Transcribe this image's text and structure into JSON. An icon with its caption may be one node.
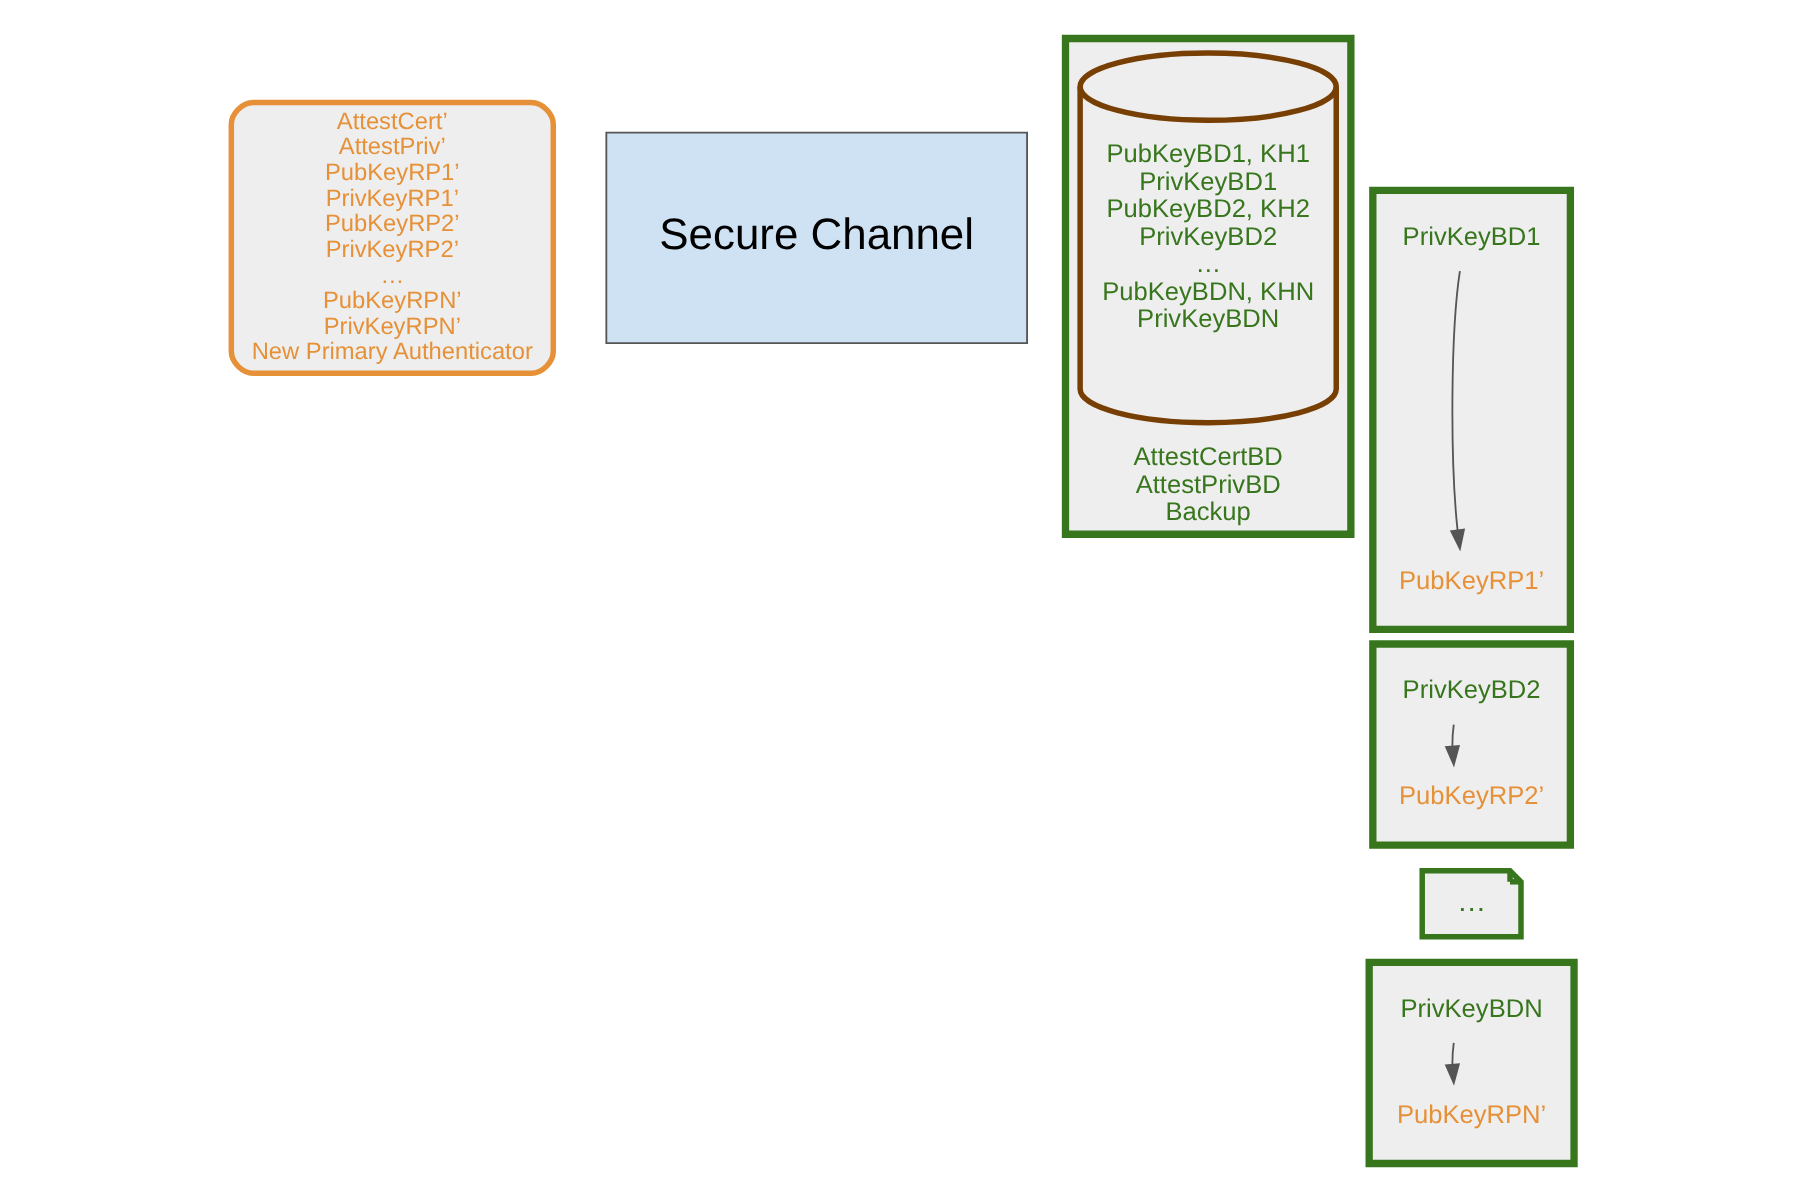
{
  "diagram": {
    "nodes": [
      {
        "text": [
          "AttestCert’",
          "AttestPriv’",
          "PubKeyRP1’",
          "PrivKeyRP1’",
          "PubKeyRP2’",
          "PrivKeyRP2’",
          "…",
          "PubKeyRPN’",
          "PrivKeyRPN’",
          "New Primary Authenticator"
        ]
      },
      {
        "text": [
          "Secure Channel"
        ]
      },
      {
        "text": [
          "AttestCertBD",
          "AttestPrivBD",
          "Backup"
        ]
      },
      {
        "text": [
          "PubKeyBD1, KH1",
          "PrivKeyBD1",
          "PubKeyBD2, KH2",
          "PrivKeyBD2",
          "…",
          "PubKeyBDN, KHN",
          "PrivKeyBDN"
        ],
        "in": 2
      },
      {
        "text": [],
        "shape": "box"
      },
      {
        "text": [
          "PrivKeyBD1"
        ],
        "in": 4
      },
      {
        "text": [
          "PubKeyRP1’"
        ],
        "in": 4
      },
      {
        "text": [],
        "shape": "box"
      },
      {
        "text": [
          "PrivKeyBD2"
        ],
        "in": 7
      },
      {
        "text": [
          "PubKeyRP2’"
        ],
        "in": 7
      },
      {
        "text": [
          "…"
        ]
      },
      {
        "text": [],
        "shape": "box"
      },
      {
        "text": [
          "PrivKeyBDN"
        ],
        "in": 11
      },
      {
        "text": [
          "PubKeyRPN’"
        ],
        "in": 11
      }
    ],
    "edges": [
      {
        "from": 5,
        "to": 6,
        "arrow": "to"
      },
      {
        "from": 8,
        "to": 9,
        "arrow": "to"
      },
      {
        "from": 12,
        "to": 13,
        "arrow": "to"
      }
    ]
  }
}
